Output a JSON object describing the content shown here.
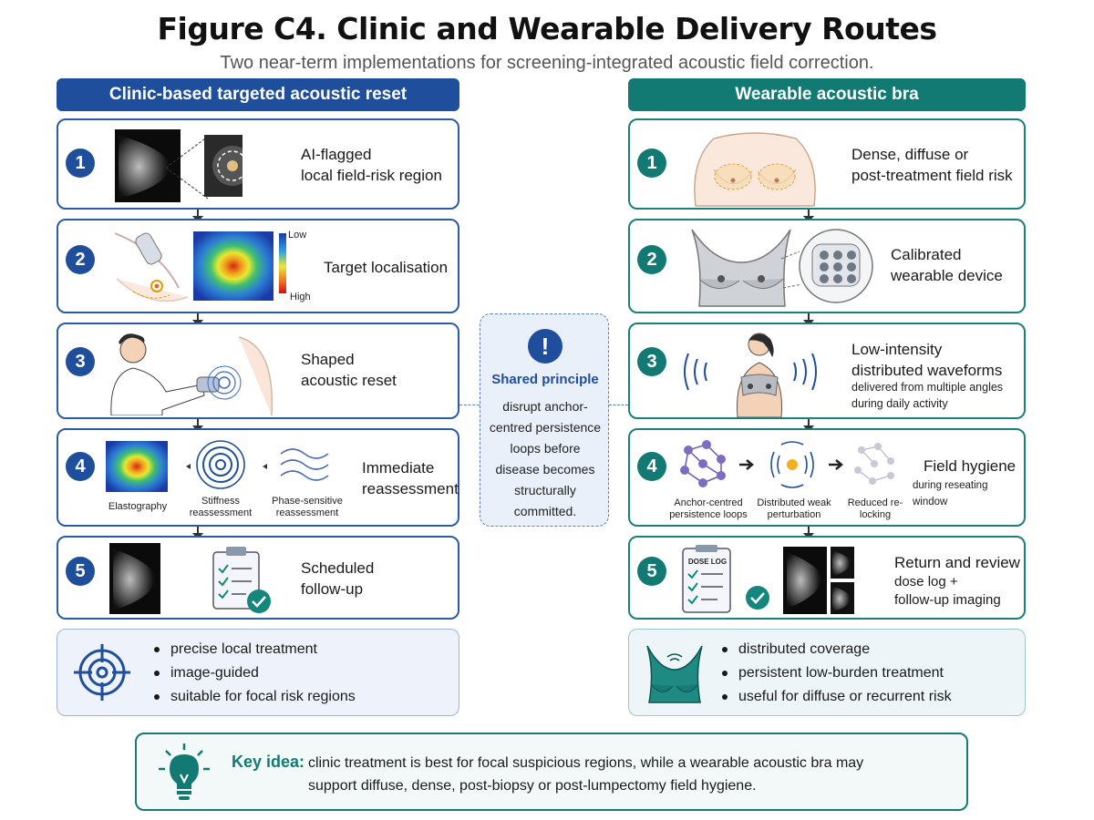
{
  "figure": {
    "title": "Figure C4. Clinic and Wearable Delivery Routes",
    "subtitle": "Two near-term implementations for screening-integrated acoustic field correction."
  },
  "left": {
    "header": "Clinic-based targeted acoustic reset",
    "steps": [
      {
        "num": "1",
        "lines": [
          "AI-flagged",
          "local field-risk region"
        ]
      },
      {
        "num": "2",
        "text": "Target localisation",
        "scale_high": "Low",
        "scale_low": "High"
      },
      {
        "num": "3",
        "lines": [
          "Shaped",
          "acoustic reset"
        ]
      },
      {
        "num": "4",
        "lines": [
          "Immediate",
          "reassessment"
        ],
        "captions": [
          "Elastography",
          "Stiffness reassessment",
          "Phase-sensitive reassessment"
        ]
      },
      {
        "num": "5",
        "lines": [
          "Scheduled",
          "follow-up"
        ]
      }
    ],
    "summary": [
      "precise local treatment",
      "image-guided",
      "suitable for focal risk regions"
    ]
  },
  "right": {
    "header": "Wearable acoustic bra",
    "steps": [
      {
        "num": "1",
        "lines": [
          "Dense, diffuse or",
          "post-treatment field risk"
        ]
      },
      {
        "num": "2",
        "lines": [
          "Calibrated",
          "wearable device"
        ]
      },
      {
        "num": "3",
        "lines": [
          "Low-intensity",
          "distributed waveforms"
        ],
        "sub": [
          "delivered from multiple angles",
          "during daily activity"
        ]
      },
      {
        "num": "4",
        "text": "Field hygiene",
        "sub": "during reseating window",
        "captions": [
          "Anchor-centred persistence loops",
          "Distributed weak perturbation",
          "Reduced re-locking"
        ]
      },
      {
        "num": "5",
        "lines": [
          "Return and review",
          "dose log +",
          "follow-up imaging"
        ],
        "dose_log": "DOSE LOG"
      }
    ],
    "summary": [
      "distributed coverage",
      "persistent low-burden treatment",
      "useful for diffuse or recurrent risk"
    ]
  },
  "shared": {
    "icon": "!",
    "title": "Shared principle",
    "lines": [
      "disrupt anchor-",
      "centred persistence",
      "loops before",
      "disease becomes",
      "structurally",
      "committed."
    ]
  },
  "key_idea": {
    "label": "Key idea:",
    "lines": [
      "clinic treatment is best for focal suspicious regions, while a wearable acoustic bra may",
      "support diffuse, dense, post-biopsy or post-lumpectomy field hygiene."
    ]
  },
  "colors": {
    "clinic_blue": "#1f4e9c",
    "wearable_teal": "#137a73",
    "check_green": "#14867c"
  }
}
